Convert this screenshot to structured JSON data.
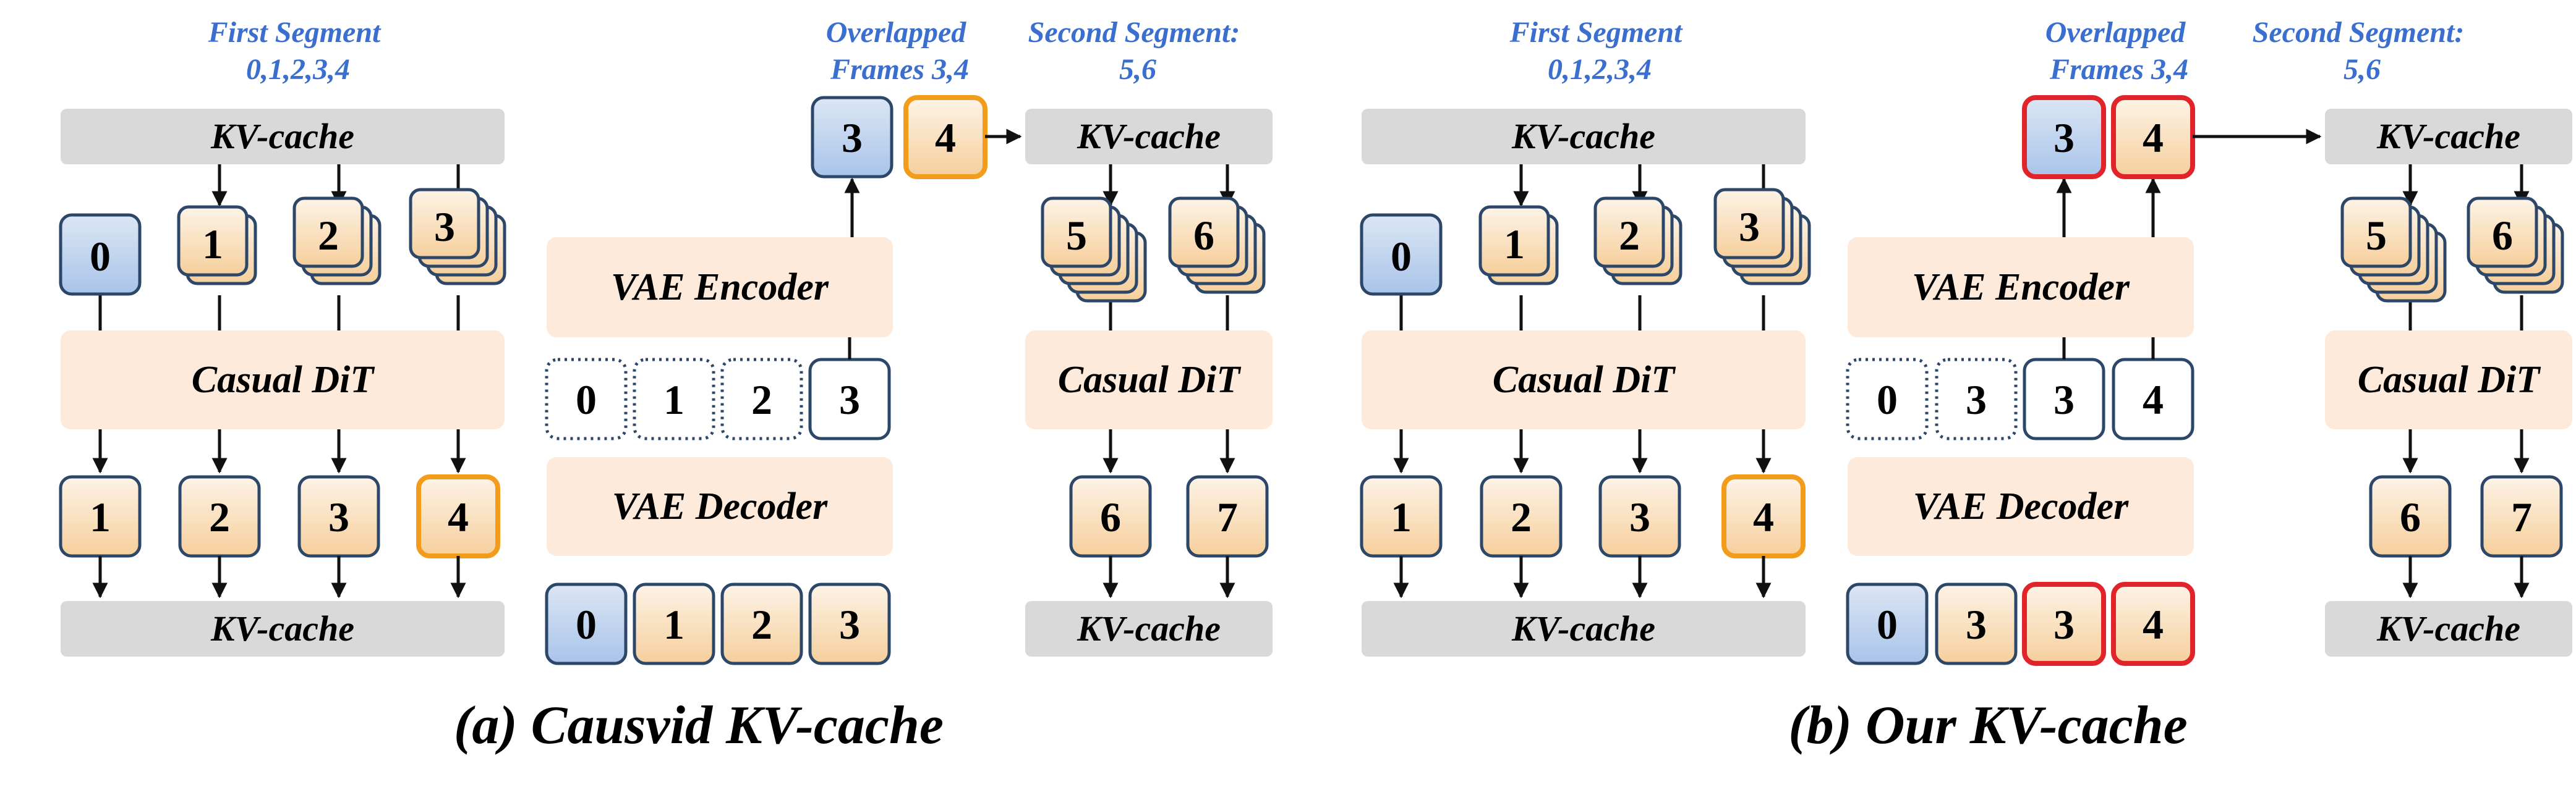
{
  "colors": {
    "gray_bar": "#d9d9d9",
    "peach": "#fdeadb",
    "blue_start": "#dbe6f4",
    "blue_end": "#a9c4ea",
    "orange_start": "#fdf3e7",
    "orange_end": "#f6cf9c",
    "frame_border": "#2d4768",
    "orange_highlight": "#f39c1b",
    "red_highlight": "#e0242a",
    "title_blue": "#3a6fcf",
    "arrow": "#111111"
  },
  "labels": {
    "kv_cache": "KV-cache",
    "casual_dit": "Casual DiT",
    "vae_encoder": "VAE Encoder",
    "vae_decoder": "VAE Decoder",
    "first_segment": [
      "First Segment",
      "0,1,2,3,4"
    ],
    "overlapped_frames": [
      "Overlapped",
      "Frames 3,4"
    ],
    "second_segment": [
      "Second Segment:",
      "5,6"
    ]
  },
  "panels": [
    {
      "id": "a",
      "caption": "(a) Causvid KV-cache",
      "dit_inputs": [
        "0",
        "1",
        "2",
        "3"
      ],
      "dit_outputs": [
        "1",
        "2",
        "3",
        "4"
      ],
      "overlap_frames": [
        "3",
        "4"
      ],
      "encoder_inputs": [
        "0",
        "1",
        "2",
        "3"
      ],
      "decoder_outputs": [
        "0",
        "1",
        "2",
        "3"
      ],
      "second_inputs": [
        "5",
        "6"
      ],
      "second_outputs": [
        "6",
        "7"
      ]
    },
    {
      "id": "b",
      "caption": "(b) Our KV-cache",
      "dit_inputs": [
        "0",
        "1",
        "2",
        "3"
      ],
      "dit_outputs": [
        "1",
        "2",
        "3",
        "4"
      ],
      "overlap_frames": [
        "3",
        "4"
      ],
      "encoder_inputs": [
        "0",
        "3",
        "3",
        "4"
      ],
      "decoder_outputs": [
        "0",
        "3",
        "3",
        "4"
      ],
      "second_inputs": [
        "5",
        "6"
      ],
      "second_outputs": [
        "6",
        "7"
      ]
    }
  ]
}
